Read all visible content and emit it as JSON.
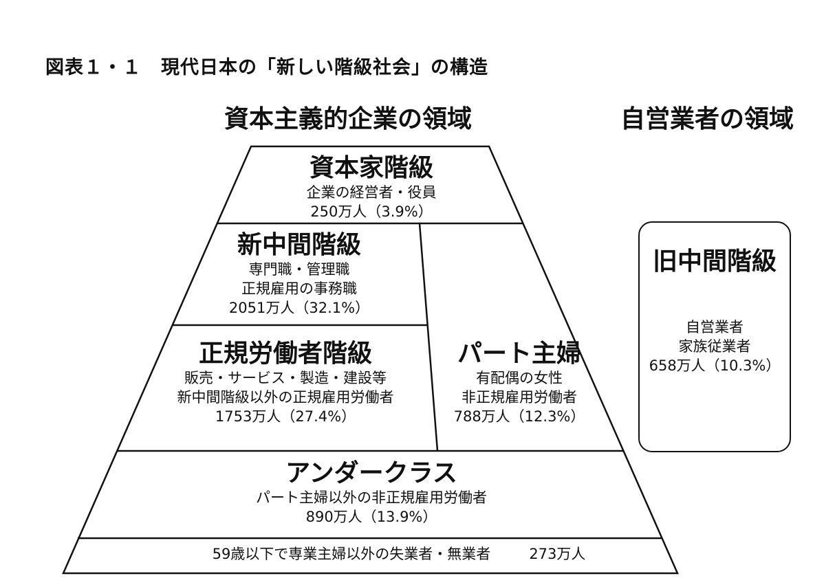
{
  "figure_title": "図表１・１　現代日本の「新しい階級社会」の構造",
  "headers": {
    "capitalist_domain": "資本主義的企業の領域",
    "self_employed_domain": "自営業者の領域"
  },
  "classes": {
    "capitalist": {
      "name": "資本家階級",
      "lines": [
        "企業の経営者・役員",
        "250万人（3.9%）"
      ]
    },
    "new_middle": {
      "name": "新中間階級",
      "lines": [
        "専門職・管理職",
        "正規雇用の事務職",
        "2051万人（32.1%）"
      ]
    },
    "regular_worker": {
      "name": "正規労働者階級",
      "lines": [
        "販売・サービス・製造・建設等",
        "新中間階級以外の正規雇用労働者",
        "1753万人（27.4%）"
      ]
    },
    "part_housewife": {
      "name": "パート主婦",
      "lines": [
        "有配偶の女性",
        "非正規雇用労働者",
        "788万人（12.3%）"
      ]
    },
    "underclass": {
      "name": "アンダークラス",
      "lines": [
        "パート主婦以外の非正規雇用労働者",
        "890万人（13.9%）"
      ]
    },
    "unemployed": {
      "label": "59歳以下で専業主婦以外の失業者・無業者",
      "count": "273万人"
    },
    "old_middle": {
      "name": "旧中間階級",
      "lines": [
        "自営業者",
        "家族従業者",
        "658万人（10.3%）"
      ]
    }
  },
  "colors": {
    "line": "#111111",
    "background": "#ffffff",
    "text": "#111111"
  }
}
